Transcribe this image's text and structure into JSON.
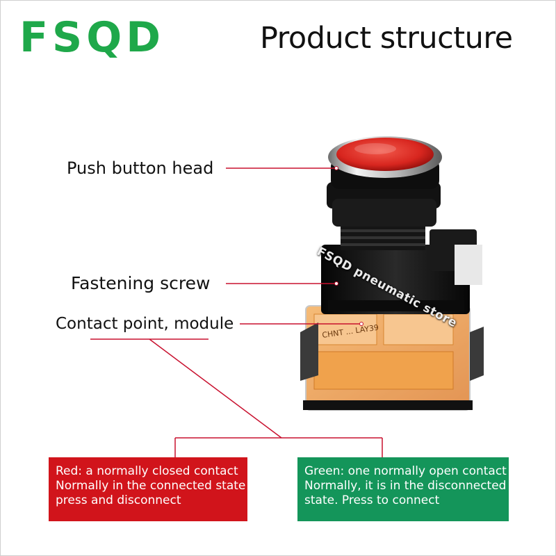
{
  "brand": {
    "logo_text": "FSQD"
  },
  "header": {
    "title": "Product structure"
  },
  "labels": {
    "push_button_head": "Push button head",
    "fastening_screw": "Fastening screw",
    "contact_module": "Contact point, module"
  },
  "watermark": "FSQD pneumatic store",
  "device_marking": "CHNT ... LAY39",
  "callouts": {
    "red": {
      "line1": "Red: a normally closed contact",
      "line2": "Normally in the connected state",
      "line3": "press and disconnect"
    },
    "green": {
      "line1": "Green: one normally open contact",
      "line2": "Normally, it is in the disconnected",
      "line3": "state. Press to connect"
    }
  },
  "colors": {
    "brand_green": "#1fa84a",
    "red_box": "#d1141b",
    "green_box": "#14955a",
    "leader_line": "#c8102e",
    "button_cap": "#e0302e",
    "housing": "#101010",
    "contact_block": "#e8892a"
  }
}
